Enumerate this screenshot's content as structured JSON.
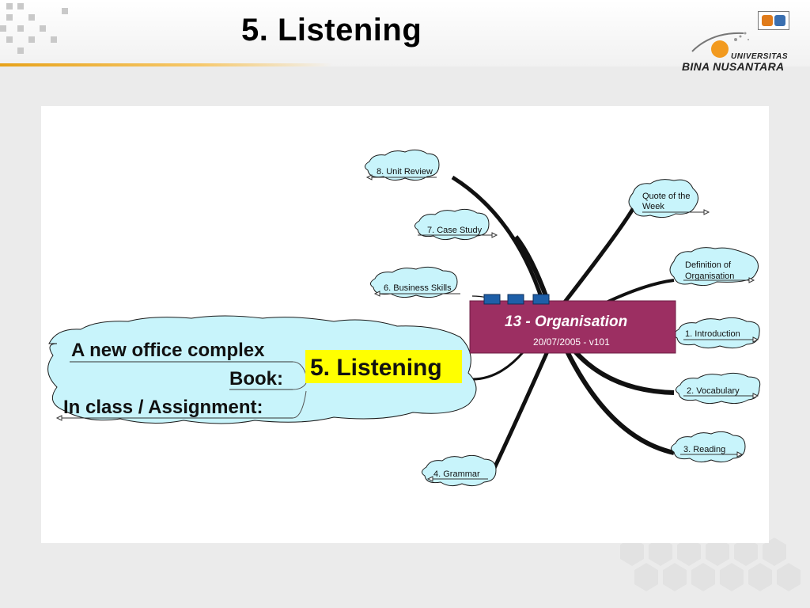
{
  "slide": {
    "title": "5. Listening"
  },
  "logo": {
    "line1": "UNIVERSITAS",
    "line2": "BINA NUSANTARA"
  },
  "mindmap": {
    "center": {
      "title": "13 - Organisation",
      "date": "20/07/2005 - v101",
      "color": "#9c2f62"
    },
    "branches": {
      "unit_review": "8. Unit Review",
      "case_study": "7. Case Study",
      "business_skills": "6. Business Skills",
      "quote_line1": "Quote of the",
      "quote_line2": "Week",
      "definition_line1": "Definition of",
      "definition_line2": "Organisation",
      "introduction": "1. Introduction",
      "vocabulary": "2. Vocabulary",
      "reading": "3. Reading",
      "grammar": "4. Grammar",
      "listening": "5. Listening"
    },
    "listening_children": {
      "item1": "A new office complex",
      "item2": "Book:",
      "item3": "In class / Assignment:"
    },
    "colors": {
      "cloud_fill": "#c8f4fb",
      "cloud_stroke": "#1a1a1a",
      "highlight": "#ffff00",
      "tab_blue": "#1e5fa8"
    }
  }
}
